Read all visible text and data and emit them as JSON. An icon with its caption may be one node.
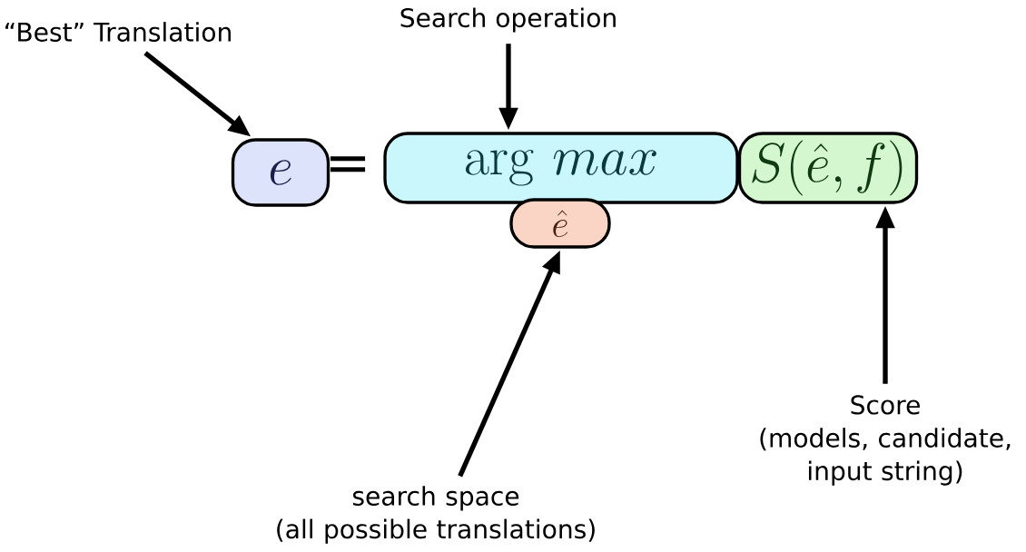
{
  "diagram": {
    "nodes": [
      {
        "text": [
          "“Best” Translation"
        ]
      },
      {
        "text": [
          "Search operation"
        ]
      },
      {
        "text": [
          "e"
        ]
      },
      {
        "text": [
          "\\mathrm{arg}\\ max"
        ]
      },
      {
        "text": [
          "S(\\hat{e}, f)"
        ]
      },
      {
        "text": [
          "\\hat{e}"
        ]
      },
      {
        "text": [
          "search space",
          "(all possible translations)"
        ]
      },
      {
        "text": [
          "Score",
          "(models, candidate, input string)"
        ]
      }
    ],
    "edges": [
      {
        "from": 0,
        "to": 2,
        "arrow": "to"
      },
      {
        "from": 1,
        "to": 3,
        "arrow": "to"
      },
      {
        "from": 6,
        "to": 5,
        "arrow": "to"
      },
      {
        "from": 7,
        "to": 4,
        "arrow": "to"
      }
    ],
    "labels": [
      "="
    ]
  }
}
